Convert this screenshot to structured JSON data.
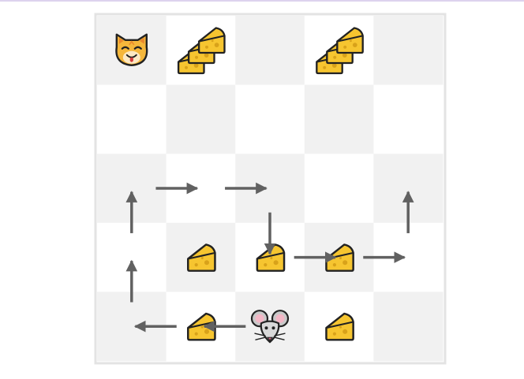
{
  "game": {
    "grid": {
      "rows": 5,
      "cols": 5
    },
    "colors": {
      "light": "#ffffff",
      "dark": "#f1f1f1",
      "border": "#e3e3e3",
      "arrow": "#616161",
      "cheese_fill": "#f6c530",
      "cheese_outline": "#222222",
      "cheese_hole": "#d8a21a"
    },
    "pieces": [
      {
        "type": "cat",
        "icon": "cat-face-icon",
        "row": 0,
        "col": 0,
        "count": 1
      },
      {
        "type": "cheese",
        "icon": "cheese-icon",
        "row": 0,
        "col": 1,
        "count": 3
      },
      {
        "type": "cheese",
        "icon": "cheese-icon",
        "row": 0,
        "col": 3,
        "count": 3
      },
      {
        "type": "cheese",
        "icon": "cheese-icon",
        "row": 3,
        "col": 1,
        "count": 1
      },
      {
        "type": "cheese",
        "icon": "cheese-icon",
        "row": 3,
        "col": 2,
        "count": 1
      },
      {
        "type": "cheese",
        "icon": "cheese-icon",
        "row": 3,
        "col": 3,
        "count": 1
      },
      {
        "type": "cheese",
        "icon": "cheese-icon",
        "row": 4,
        "col": 1,
        "count": 1
      },
      {
        "type": "mouse",
        "icon": "mouse-face-icon",
        "row": 4,
        "col": 2,
        "count": 1
      },
      {
        "type": "cheese",
        "icon": "cheese-icon",
        "row": 4,
        "col": 3,
        "count": 1
      }
    ],
    "path": [
      {
        "row": 4,
        "col": 2
      },
      {
        "row": 4,
        "col": 1
      },
      {
        "row": 4,
        "col": 0
      },
      {
        "row": 3,
        "col": 0
      },
      {
        "row": 2,
        "col": 0
      },
      {
        "row": 2,
        "col": 1
      },
      {
        "row": 2,
        "col": 2
      },
      {
        "row": 3,
        "col": 2
      },
      {
        "row": 3,
        "col": 3
      },
      {
        "row": 3,
        "col": 4
      },
      {
        "row": 2,
        "col": 4
      }
    ]
  }
}
